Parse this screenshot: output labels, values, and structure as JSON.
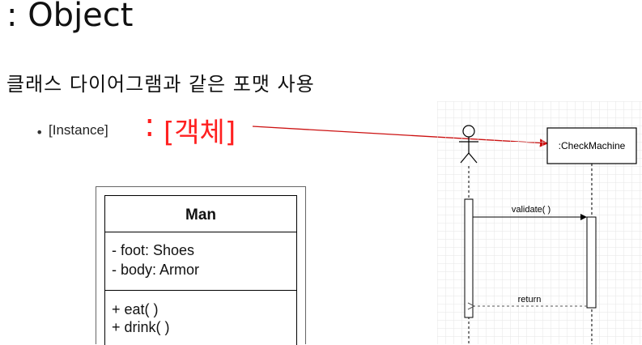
{
  "slide": {
    "title": ": Object",
    "subtitle": "클래스 다이어그램과 같은 포맷 사용",
    "bullet": {
      "marker": "•",
      "text": "[Instance]",
      "colon": ":",
      "highlight": "[객체]",
      "highlight_color": "#ff2020"
    }
  },
  "class_diagram": {
    "name": "Man",
    "attributes": [
      "- foot: Shoes",
      "- body: Armor"
    ],
    "operations": [
      "+ eat( )",
      "+ drink( )"
    ]
  },
  "sequence_diagram": {
    "object_label": ":CheckMachine",
    "message": "validate( )",
    "return_label": "return",
    "arrow_color": "#cc1111"
  }
}
